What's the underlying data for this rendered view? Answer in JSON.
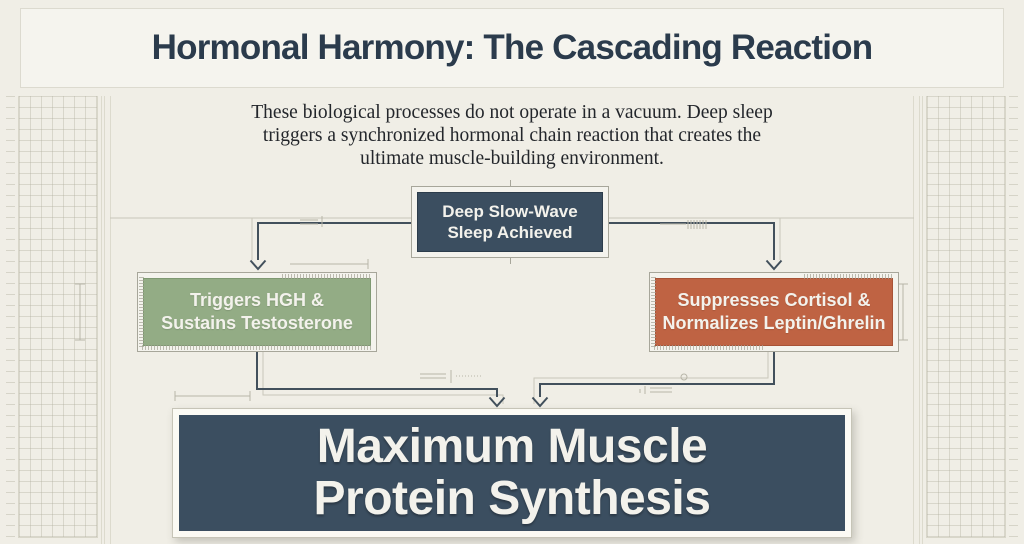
{
  "header": {
    "title": "Hormonal Harmony: The Cascading Reaction"
  },
  "intro": {
    "line1": "These biological processes do not operate in a vacuum. Deep sleep",
    "line2": "triggers a synchronized hormonal chain reaction that creates the",
    "line3": "ultimate muscle-building environment."
  },
  "diagram": {
    "nodes": [
      {
        "id": "sleep",
        "label": "Deep Slow-Wave Sleep Achieved",
        "line1": "Deep Slow-Wave",
        "line2": "Sleep Achieved",
        "color": "#3b4e60"
      },
      {
        "id": "hgh",
        "label": "Triggers HGH & Sustains Testosterone",
        "line1": "Triggers HGH &",
        "line2": "Sustains Testosterone",
        "color": "#93ac85"
      },
      {
        "id": "cortisol",
        "label": "Suppresses Cortisol & Normalizes Leptin/Ghrelin",
        "line1": "Suppresses Cortisol &",
        "line2": "Normalizes Leptin/Ghrelin",
        "color": "#bf6343"
      },
      {
        "id": "synthesis",
        "label": "Maximum Muscle Protein Synthesis",
        "line1": "Maximum Muscle",
        "line2": "Protein Synthesis",
        "color": "#3b4e60"
      }
    ],
    "edges": [
      {
        "from": "sleep",
        "to": "hgh"
      },
      {
        "from": "sleep",
        "to": "cortisol"
      },
      {
        "from": "hgh",
        "to": "synthesis"
      },
      {
        "from": "cortisol",
        "to": "synthesis"
      }
    ]
  },
  "colors": {
    "background": "#f0eee6",
    "header_bg": "#f5f4ee",
    "title": "#2b3b4c",
    "slate": "#3b4e60",
    "green": "#93ac85",
    "orange": "#bf6343",
    "box_text": "#f3f2ec",
    "ink": "#42505c",
    "frame_line": "#a7a69a",
    "faint_line": "#c9c7ba",
    "grid_line": "#dcdacd",
    "intro_text": "#23262b"
  }
}
